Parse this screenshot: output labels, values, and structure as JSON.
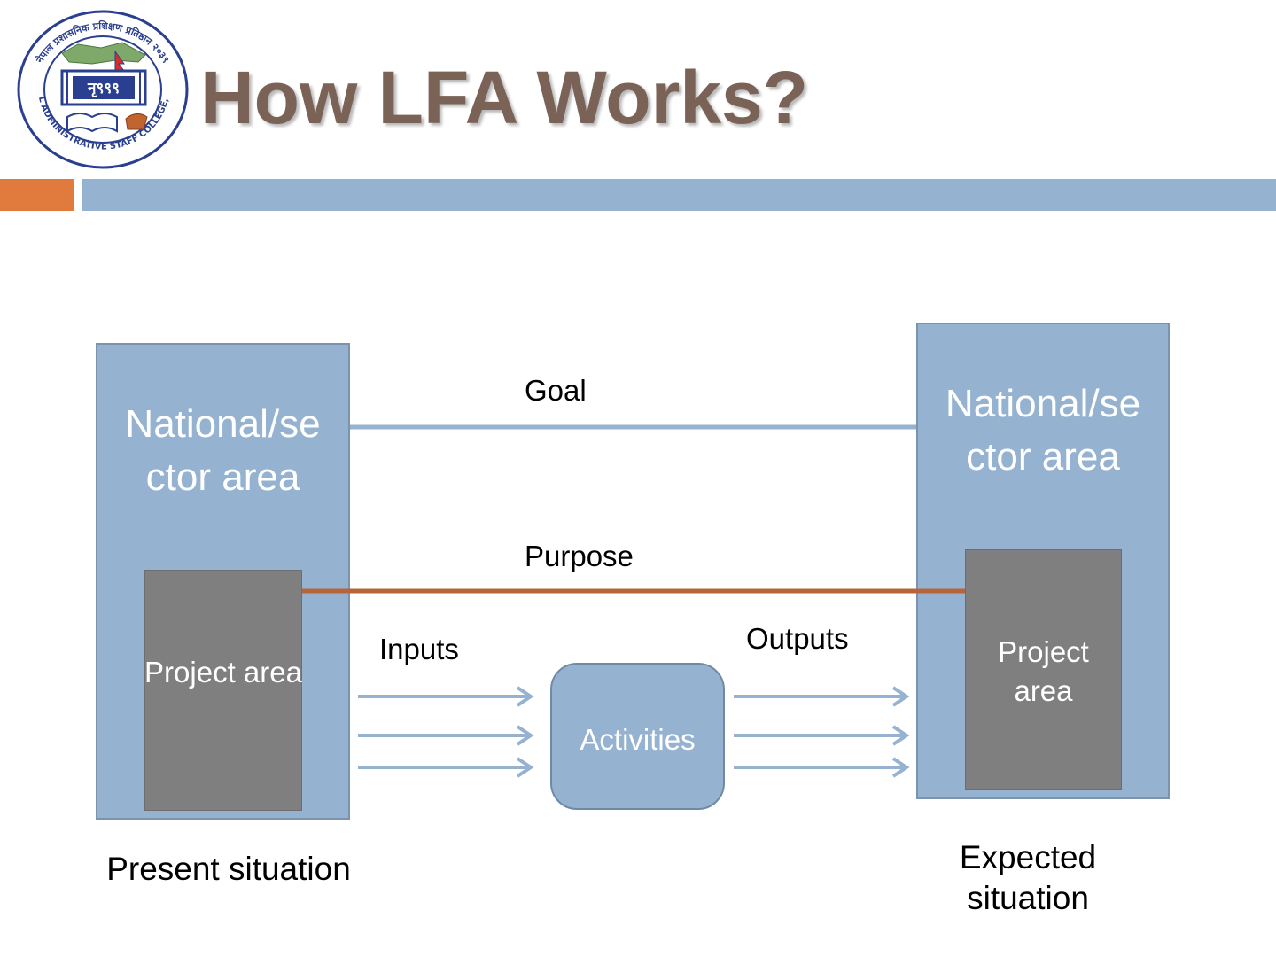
{
  "header": {
    "title": "How LFA Works?",
    "logo": {
      "ring_text_top": "नेपाल प्रशासनिक प्रशिक्षण प्रतिष्ठान २०३९",
      "ring_text_bottom": "NEPAL ADMINISTRATIVE STAFF COLLEGE, 1982",
      "emblem_text": "नृ९९९"
    }
  },
  "diagram": {
    "present": {
      "region_label": "National/se ctor area",
      "project_label": "Project area",
      "caption": "Present situation"
    },
    "expected": {
      "region_label": "National/se ctor area",
      "project_label": "Project area",
      "caption": "Expected situation"
    },
    "links": {
      "goal": "Goal",
      "purpose": "Purpose",
      "inputs": "Inputs",
      "outputs": "Outputs"
    },
    "activities": "Activities"
  },
  "colors": {
    "title": "#7a6257",
    "accent_orange": "#e07a3d",
    "accent_blue": "#95b3d1",
    "region_fill": "#95b3d1",
    "project_fill": "#7f7f7f",
    "goal_line": "#95b3d1",
    "purpose_line": "#b8643a",
    "arrow": "#95b3d1"
  }
}
